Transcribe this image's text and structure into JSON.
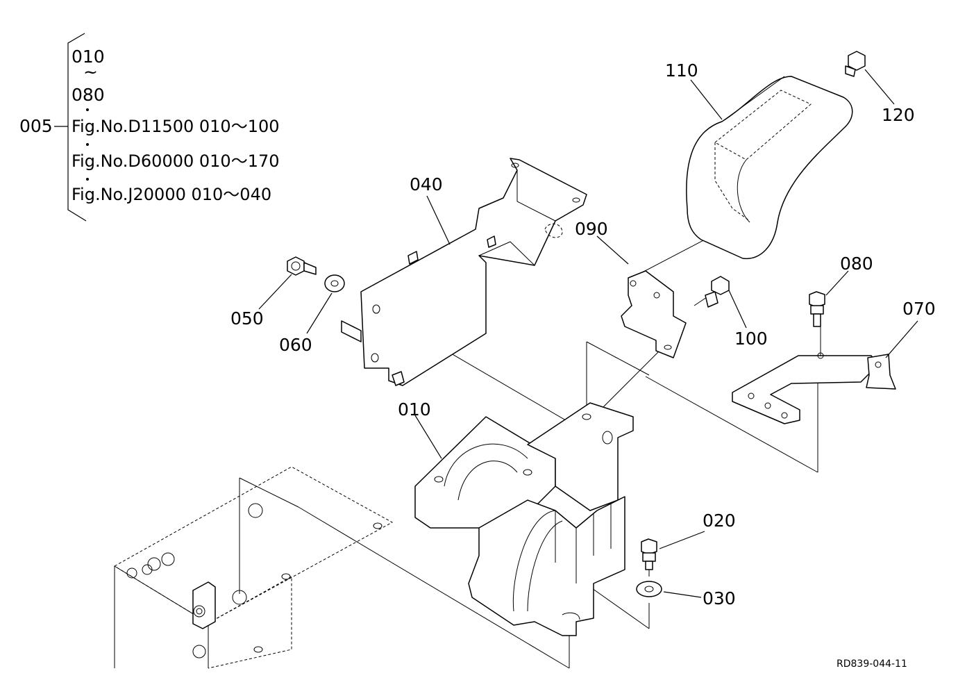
{
  "group": {
    "code": "005",
    "range_start": "010",
    "tilde": "~",
    "range_end": "080",
    "refs": [
      "Fig.No.D11500  010～100",
      "Fig.No.D60000  010～170",
      "Fig.No.J20000  010～040"
    ]
  },
  "callouts": {
    "p010": "010",
    "p020": "020",
    "p030": "030",
    "p040": "040",
    "p050": "050",
    "p060": "060",
    "p070": "070",
    "p080": "080",
    "p090": "090",
    "p100": "100",
    "p110": "110",
    "p120": "120"
  },
  "drawing_ref": "RD839-044-11"
}
